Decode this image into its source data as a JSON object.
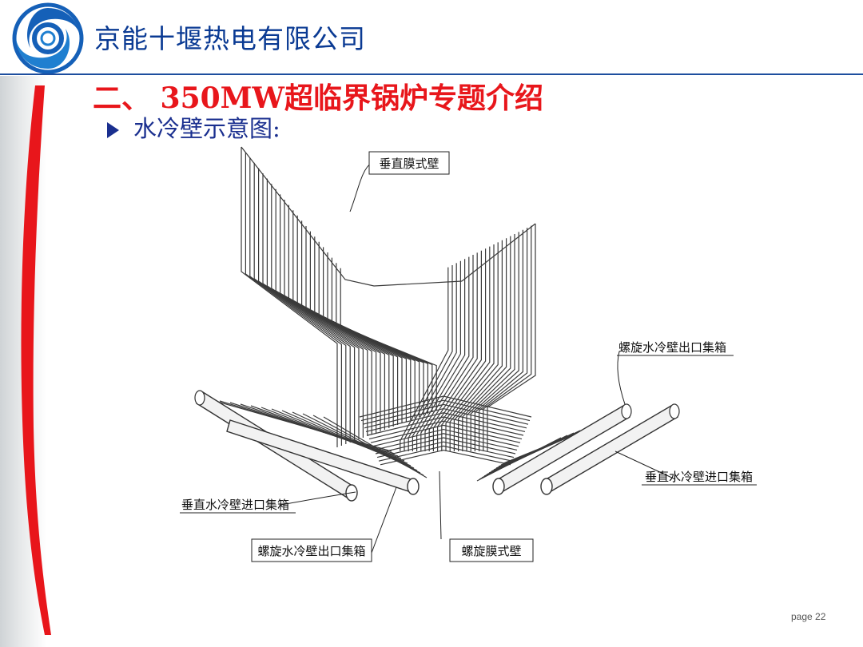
{
  "header": {
    "company_name": "京能十堰热电有限公司",
    "logo_icon": "company-swirl-logo-icon",
    "brand_color": "#0a3a93"
  },
  "slide": {
    "title": "二、 350MW超临界锅炉专题介绍",
    "title_color": "#e8161b",
    "subtitle": "水冷壁示意图:",
    "bullet_icon": "triangle-bullet-icon",
    "page_number": "page 22"
  },
  "diagram": {
    "labels": {
      "vertical_membrane_wall": "垂直膜式壁",
      "spiral_outlet_header_right": "螺旋水冷壁出口集箱",
      "vertical_inlet_header_right": "垂直水冷壁进口集箱",
      "vertical_inlet_header_left": "垂直水冷壁进口集箱",
      "spiral_outlet_header_left": "螺旋水冷壁出口集箱",
      "spiral_membrane_wall": "螺旋膜式壁"
    }
  }
}
